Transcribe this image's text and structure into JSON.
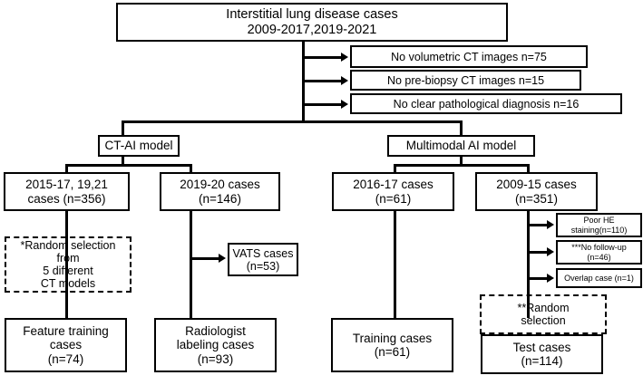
{
  "figure": {
    "type": "flowchart",
    "title": "Interstitial lung disease case selection flow"
  },
  "nodes": {
    "root": "Interstitial lung disease cases\n2009-2017,2019-2021",
    "exclusions_top": [
      "No volumetric CT images n=75",
      "No pre-biopsy CT images n=15",
      "No clear pathological diagnosis n=16"
    ],
    "model_ct": "CT-AI model",
    "model_multimodal": "Multimodal AI model",
    "cohort_2015_17": "2015-17, 19,21\ncases (n=356)",
    "cohort_2019_20": "2019-20 cases\n(n=146)",
    "cohort_2016_17": "2016-17 cases\n(n=61)",
    "cohort_2009_15": "2009-15 cases\n(n=351)",
    "random_selection_ct": "*Random selection\nfrom\n5 different\nCT models",
    "vats_cases": "VATS cases\n(n=53)",
    "exclusions_right": [
      "Poor HE\nstaining(n=110)",
      "***No follow-up\n(n=46)",
      "Overlap case (n=1)"
    ],
    "random_selection_multimodal": "**Random\nselection",
    "feature_training": "Feature training\ncases\n(n=74)",
    "radiologist_labeling": "Radiologist\nlabeling cases\n(n=93)",
    "training_cases": "Training cases\n(n=61)",
    "test_cases": "Test cases\n(n=114)"
  },
  "colors": {
    "stroke": "#000000",
    "background": "#ffffff",
    "text": "#000000"
  }
}
